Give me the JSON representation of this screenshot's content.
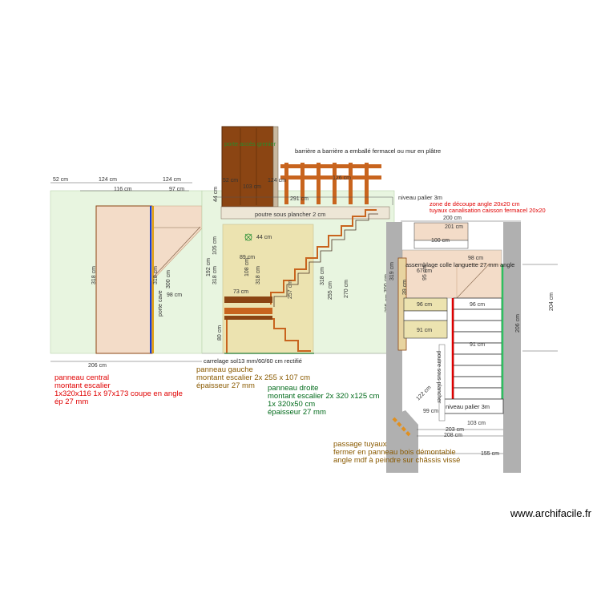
{
  "dims": {
    "d52a": "52 cm",
    "d124a": "124 cm",
    "d124b": "124 cm",
    "d116": "116 cm",
    "d97": "97 cm",
    "d318a": "318 cm",
    "d318b": "318 cm",
    "d300a": "300 cm",
    "d98a": "98 cm",
    "d206a": "206 cm",
    "d44a": "44 cm",
    "d52b": "52 cm",
    "d103a": "103 cm",
    "d124c": "124 cm",
    "d126": "126 cm",
    "d291": "291 cm",
    "d44b": "44 cm",
    "d192": "192 cm",
    "d318c": "318 cm",
    "d105": "105 cm",
    "d89": "89 cm",
    "d108": "108 cm",
    "d318d": "318 cm",
    "d73": "73 cm",
    "d80": "80 cm",
    "d257": "257 cm",
    "d318e": "318 cm",
    "d255": "255 cm",
    "d270": "270 cm",
    "d300b": "300 cm",
    "d205": "205 cm",
    "d200": "200 cm",
    "d201": "201 cm",
    "d100": "100 cm",
    "d98b": "98 cm",
    "d67": "67 cm",
    "d95": "95 cm",
    "d39": "39 cm",
    "d319": "319 cm",
    "d96a": "96 cm",
    "d96b": "96 cm",
    "d91a": "91 cm",
    "d91b": "91 cm",
    "d204": "204 cm",
    "d206b": "206 cm",
    "d122": "122 cm",
    "d99": "99 cm",
    "d203": "203 cm",
    "d103b": "103 cm",
    "d208": "208 cm",
    "d155": "155 cm"
  },
  "labels": {
    "porte_acces": "porte accès grenier",
    "barriere": "barrière a barrière a emballé fermacel  ou mur en plâtre",
    "niveau_palier_top": "niveau palier 3m",
    "zone_decoupe": "zone de découpe angle 20x20 cm",
    "tuyaux": "tuyaux canalisation caisson fermacel 20x20",
    "poutre": "poutre sous plancher 2 cm",
    "assemblage": "assemblage colle languette 27 mm angle",
    "porte_cave": "porte  cave",
    "carrelage": "carrelage sol13 mm/60/60 cm rectifié",
    "poutre_vertical": "poutre sous plancher",
    "niveau_palier_bottom": "niveau palier 3m"
  },
  "notes": {
    "central": [
      "panneau central",
      "montant escalier",
      "1x320x116 1x 97x173 coupe en angle",
      "ép 27 mm"
    ],
    "gauche": [
      "panneau gauche",
      "montant escalier 2x 255 x 107 cm",
      "épaisseur 27 mm"
    ],
    "droite": [
      "panneau droite",
      "montant escalier 2x 320 x125 cm",
      "1x 320x50 cm",
      "épaisseur 27 mm"
    ],
    "passage": [
      "passage tuyaux",
      "fermer en panneau bois démontable",
      "angle mdf à peindre sur châssis vissé"
    ]
  },
  "footer": "www.archifacile.fr",
  "colors": {
    "note_red": "#e00000",
    "note_brown": "#8a5a00",
    "note_green": "#006a1a",
    "wood_dark": "#8b4513",
    "wood_mid": "#c8641e",
    "red_line": "#e00000",
    "green_line": "#2dbf60",
    "blue_line": "#1a3fd0",
    "wall_grey": "#b0b0b0",
    "panel_green": "#e8f5e0",
    "panel_pink": "#f3dcc8",
    "panel_yellow": "#ece3b0"
  }
}
